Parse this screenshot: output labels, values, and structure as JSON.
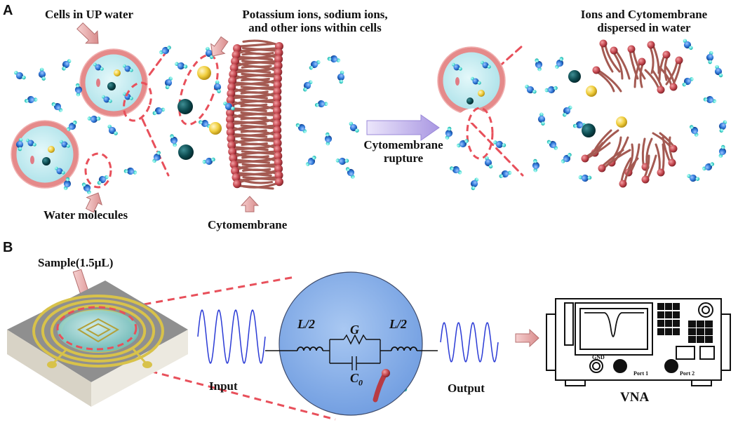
{
  "panel_a": {
    "letter": "A",
    "cells_label": "Cells in UP water",
    "ions_label_line1": "Potassium ions, sodium ions,",
    "ions_label_line2": "and other ions within cells",
    "dispersed_label_line1": "Ions and Cytomembrane",
    "dispersed_label_line2": "dispersed in water",
    "water_label": "Water molecules",
    "membrane_label": "Cytomembrane",
    "rupture_label_line1": "Cytomembrane",
    "rupture_label_line2": "rupture"
  },
  "panel_b": {
    "letter": "B",
    "sample_label": "Sample(1.5μL)",
    "input_label": "Input",
    "output_label": "Output",
    "vna_label": "VNA",
    "circuit": {
      "l_left": "L/2",
      "l_right": "L/2",
      "g": "G",
      "c0_base": "C",
      "c0_sub": "0"
    },
    "vna": {
      "gnd": "GND",
      "port1": "Port 1",
      "port2": "Port 2"
    }
  },
  "colors": {
    "dashed_red": "#e8505b",
    "cell_ring": "#e58a8a",
    "cell_fill": "#bfe9ef",
    "lipid_head": "#c2454d",
    "lipid_tail": "#a45a52",
    "water_o": "#2b74d6",
    "water_h": "#3fd6cf",
    "ion_gold": "#f1cf3e",
    "ion_teal": "#0c4a4f",
    "sensor_gold": "#d8c24a",
    "circle_blue": "#8ab1e8",
    "arrow_violet": "#b8a7e6",
    "wave_blue": "#2b3bd6"
  }
}
